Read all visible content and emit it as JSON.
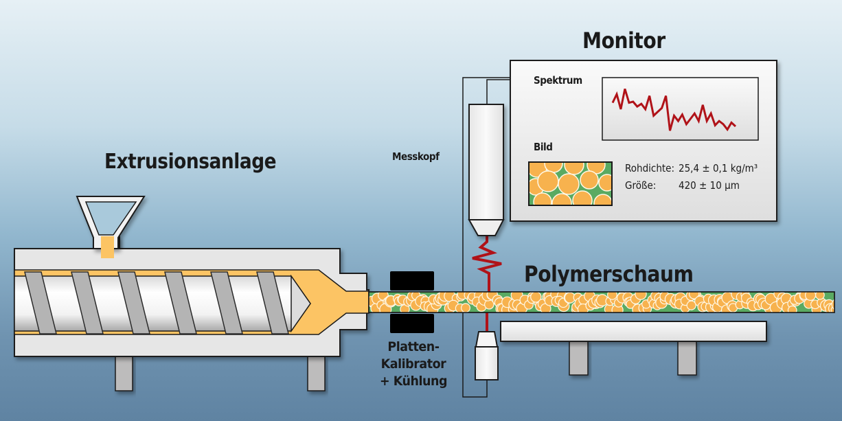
{
  "titles": {
    "extrusion": "Extrusionsanlage",
    "monitor": "Monitor",
    "foam": "Polymerschaum"
  },
  "labels": {
    "messkopf": "Messkopf",
    "kalibrator_line1": "Platten-",
    "kalibrator_line2": "Kalibrator",
    "kalibrator_line3": "+ Kühlung"
  },
  "monitor": {
    "spectrum_label": "Spektrum",
    "image_label": "Bild",
    "spectrum_values": [
      0.62,
      0.78,
      0.5,
      0.88,
      0.62,
      0.64,
      0.55,
      0.6,
      0.5,
      0.75,
      0.38,
      0.45,
      0.52,
      0.75,
      0.1,
      0.38,
      0.28,
      0.4,
      0.22,
      0.32,
      0.42,
      0.28,
      0.58,
      0.28,
      0.42,
      0.2,
      0.28,
      0.22,
      0.12,
      0.25,
      0.18
    ],
    "readouts": [
      {
        "label": "Rohdichte:",
        "value": "25,4 ± 0,1 kg/m³"
      },
      {
        "label": "Größe:",
        "value": "420 ± 10 µm"
      }
    ]
  },
  "colors": {
    "melt": "#fcc464",
    "foam_cell": "#f7b24e",
    "foam_matrix": "#5aaa62",
    "signal": "#b01218",
    "housing": "#e8e8e8",
    "support": "#bdbcbc",
    "calibrator": "#000000"
  }
}
